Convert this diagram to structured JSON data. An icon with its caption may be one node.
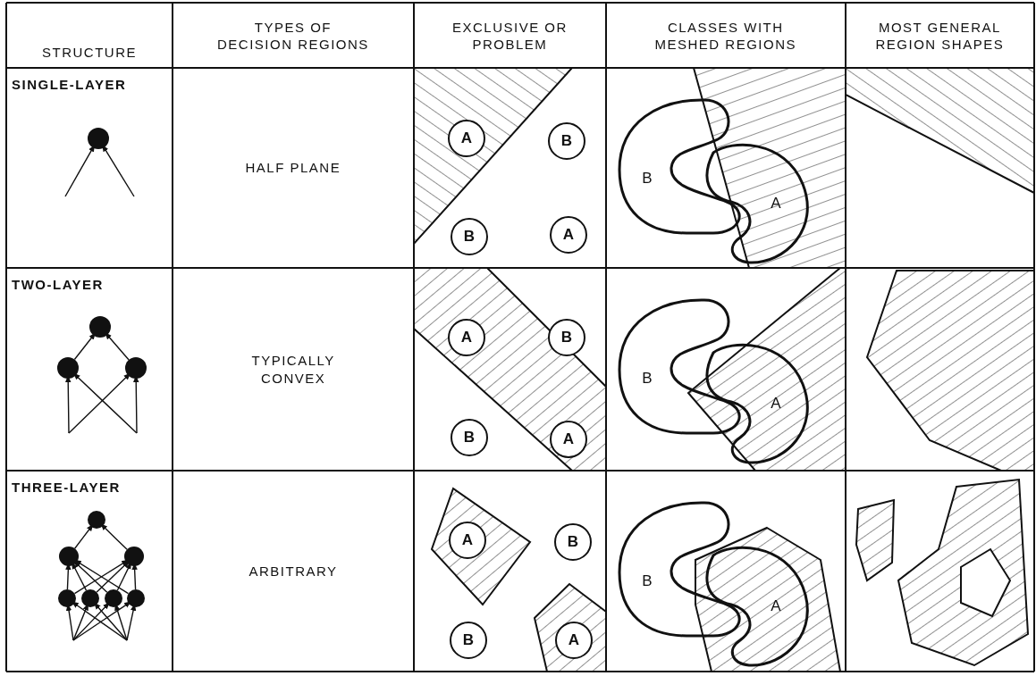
{
  "diagram": {
    "nodes": [
      {
        "text": [],
        "shape": "circle"
      },
      {
        "text": [
          "A"
        ]
      },
      {
        "text": [
          "B"
        ]
      },
      {
        "text": [
          "B"
        ]
      },
      {
        "text": [
          "A"
        ]
      },
      {
        "text": [
          "B"
        ]
      },
      {
        "text": [
          "A"
        ]
      },
      {
        "text": [],
        "shape": "circle"
      },
      {
        "text": [],
        "shape": "circle"
      },
      {
        "text": [],
        "shape": "circle"
      },
      {
        "text": [
          "A"
        ]
      },
      {
        "text": [
          "B"
        ]
      },
      {
        "text": [
          "B"
        ]
      },
      {
        "text": [
          "A"
        ]
      },
      {
        "text": [
          "B"
        ]
      },
      {
        "text": [
          "A"
        ]
      },
      {
        "text": [],
        "shape": "circle"
      },
      {
        "text": [],
        "shape": "circle"
      },
      {
        "text": [],
        "shape": "circle"
      },
      {
        "text": [],
        "shape": "circle"
      },
      {
        "text": [],
        "shape": "circle"
      },
      {
        "text": [],
        "shape": "circle"
      },
      {
        "text": [],
        "shape": "circle"
      },
      {
        "text": [
          "A"
        ]
      },
      {
        "text": [
          "B"
        ]
      },
      {
        "text": [
          "B"
        ]
      },
      {
        "text": [
          "A"
        ]
      },
      {
        "text": [
          "B"
        ]
      },
      {
        "text": [
          "A"
        ]
      }
    ],
    "edges": [
      {
        "from": null,
        "to": 0,
        "arrow": "to"
      },
      {
        "from": null,
        "to": 0,
        "arrow": "to"
      },
      {
        "from": 8,
        "to": 7,
        "arrow": "to"
      },
      {
        "from": 9,
        "to": 7,
        "arrow": "to"
      },
      {
        "from": null,
        "to": 8,
        "arrow": "to"
      },
      {
        "from": null,
        "to": 9,
        "arrow": "to"
      },
      {
        "from": null,
        "to": 8,
        "arrow": "to"
      },
      {
        "from": null,
        "to": 9,
        "arrow": "to"
      },
      {
        "from": 17,
        "to": 16,
        "arrow": "to"
      },
      {
        "from": 18,
        "to": 16,
        "arrow": "to"
      },
      {
        "from": 19,
        "to": 17,
        "arrow": "to"
      },
      {
        "from": 20,
        "to": 17,
        "arrow": "to"
      },
      {
        "from": 21,
        "to": 17,
        "arrow": "to"
      },
      {
        "from": 22,
        "to": 17,
        "arrow": "to"
      },
      {
        "from": 19,
        "to": 18,
        "arrow": "to"
      },
      {
        "from": 20,
        "to": 18,
        "arrow": "to"
      },
      {
        "from": 21,
        "to": 18,
        "arrow": "to"
      },
      {
        "from": 22,
        "to": 18,
        "arrow": "to"
      },
      {
        "from": null,
        "to": 19,
        "arrow": "to"
      },
      {
        "from": null,
        "to": 20,
        "arrow": "to"
      },
      {
        "from": null,
        "to": 21,
        "arrow": "to"
      },
      {
        "from": null,
        "to": 22,
        "arrow": "to"
      },
      {
        "from": null,
        "to": 19,
        "arrow": "to"
      },
      {
        "from": null,
        "to": 20,
        "arrow": "to"
      },
      {
        "from": null,
        "to": 21,
        "arrow": "to"
      },
      {
        "from": null,
        "to": 22,
        "arrow": "to"
      }
    ],
    "labels": [
      "STRUCTURE",
      "TYPES OF DECISION REGIONS",
      "EXCLUSIVE OR PROBLEM",
      "CLASSES WITH MESHED REGIONS",
      "MOST GENERAL REGION SHAPES",
      "SINGLE-LAYER",
      "HALF PLANE",
      "TWO-LAYER",
      "TYPICALLY CONVEX",
      "THREE-LAYER",
      "ARBITRARY"
    ]
  }
}
